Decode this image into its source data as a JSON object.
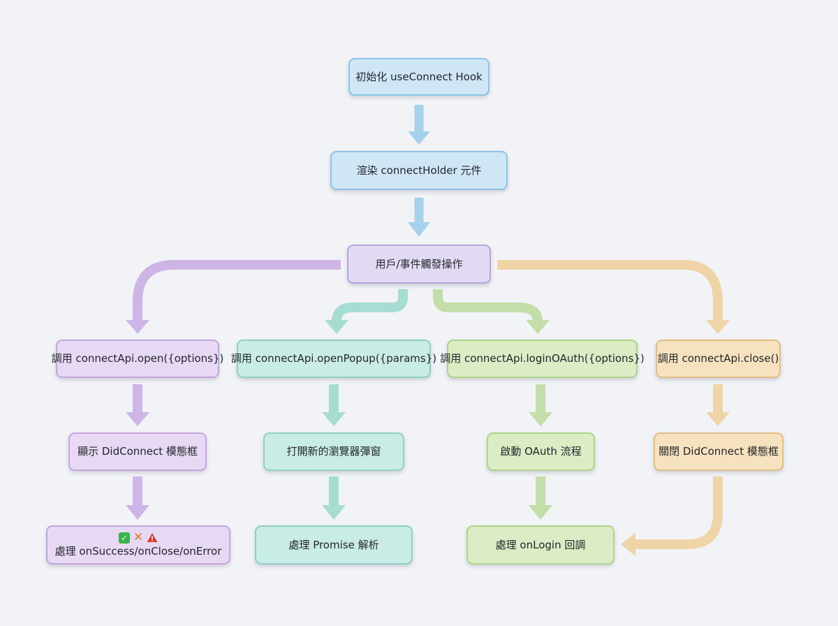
{
  "nodes": {
    "init_hook": "初始化 useConnect Hook",
    "render_holder": "渲染 connectHolder 元件",
    "user_event": "用戶/事件觸發操作",
    "call_open": "調用 connectApi.open({options})",
    "call_open_popup": "調用 connectApi.openPopup({params})",
    "call_login_oauth": "調用 connectApi.loginOAuth({options})",
    "call_close": "調用 connectApi.close()",
    "show_modal": "顯示 DidConnect 模態框",
    "open_popup_window": "打開新的瀏覽器彈窗",
    "start_oauth": "啟動 OAuth 流程",
    "close_modal": "關閉 DidConnect 模態框",
    "handle_callbacks": "處理 onSuccess/onClose/onError",
    "handle_promise": "處理 Promise 解析",
    "handle_onlogin": "處理 onLogin 回調"
  },
  "status_icons": [
    "check-icon",
    "cross-icon",
    "warning-icon"
  ],
  "colors": {
    "blue": "#8cc3e4",
    "lavender": "#b6a5dc",
    "purple": "#c4a5e0",
    "teal": "#8ed0c4",
    "green": "#acd388",
    "tan": "#e1bd84"
  }
}
